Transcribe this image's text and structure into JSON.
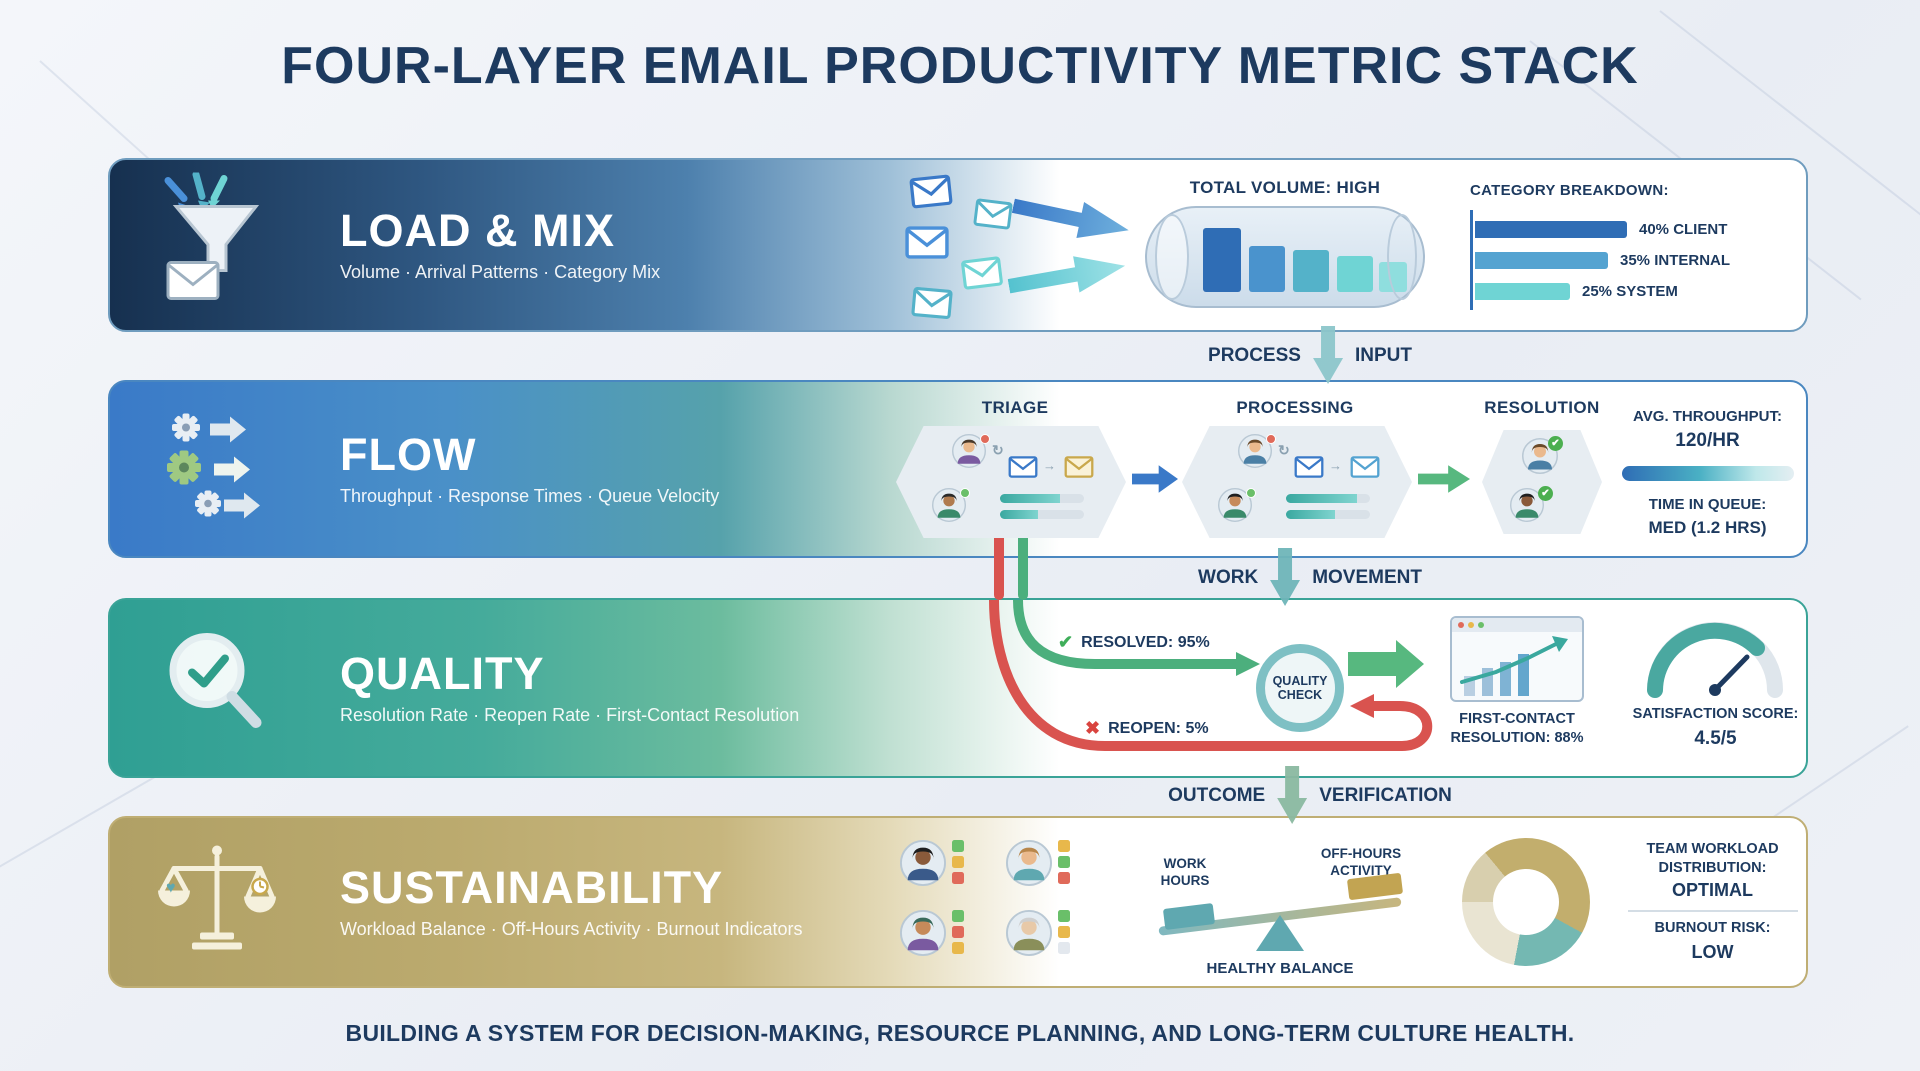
{
  "colors": {
    "navy": "#1d3a5f",
    "teal-arrow": "#8cc6ca",
    "green": "#4CAF7D",
    "red": "#d9534f",
    "status-green": "#6abf69",
    "status-yellow": "#e8b84b",
    "status-red": "#e06a5a",
    "bar-blue": "#2f6db5",
    "bar-midblue": "#54a3d1",
    "bar-cyan": "#6fd4d4",
    "gold": "#c2ae6d"
  },
  "icons": {
    "check": "✔",
    "cross": "✖",
    "cycle": "↻",
    "arrow_right": "→"
  },
  "header": {
    "title": "FOUR-LAYER EMAIL PRODUCTIVITY METRIC STACK"
  },
  "footer": {
    "text": "BUILDING A SYSTEM FOR DECISION-MAKING, RESOURCE PLANNING, AND LONG-TERM CULTURE HEALTH."
  },
  "connectors": [
    {
      "left": "PROCESS",
      "right": "INPUT"
    },
    {
      "left": "WORK",
      "right": "MOVEMENT"
    },
    {
      "left": "OUTCOME",
      "right": "VERIFICATION"
    }
  ],
  "load_mix": {
    "title": "LOAD & MIX",
    "subtitle": "Volume · Arrival Patterns · Category Mix",
    "total_volume": "TOTAL VOLUME: HIGH",
    "breakdown_title": "CATEGORY BREAKDOWN:",
    "breakdown": [
      {
        "label": "40% CLIENT",
        "pct": 40
      },
      {
        "label": "35% INTERNAL",
        "pct": 35
      },
      {
        "label": "25% SYSTEM",
        "pct": 25
      }
    ]
  },
  "flow": {
    "title": "FLOW",
    "subtitle": "Throughput · Response Times · Queue Velocity",
    "stages": [
      {
        "label": "TRIAGE"
      },
      {
        "label": "PROCESSING"
      },
      {
        "label": "RESOLUTION"
      }
    ],
    "throughput_label": "AVG. THROUGHPUT:",
    "throughput_value": "120/HR",
    "queue_label": "TIME IN QUEUE:",
    "queue_value": "MED (1.2 HRS)"
  },
  "quality": {
    "title": "QUALITY",
    "subtitle": "Resolution Rate · Reopen Rate · First-Contact Resolution",
    "resolved": "RESOLVED: 95%",
    "reopen": "REOPEN: 5%",
    "check_line1": "QUALITY",
    "check_line2": "CHECK",
    "fcr_line1": "FIRST-CONTACT",
    "fcr_line2": "RESOLUTION: 88%",
    "satisfaction_label": "SATISFACTION SCORE:",
    "satisfaction_value": "4.5/5"
  },
  "sustainability": {
    "title": "SUSTAINABILITY",
    "subtitle": "Workload Balance · Off-Hours Activity · Burnout Indicators",
    "seesaw": {
      "left": "WORK HOURS",
      "right": "OFF-HOURS ACTIVITY",
      "caption": "HEALTHY BALANCE"
    },
    "donut": [
      {
        "color": "#d8cfae",
        "pct": 14
      },
      {
        "color": "#c2ae6d",
        "pct": 44
      },
      {
        "color": "#74b8b2",
        "pct": 20
      },
      {
        "color": "#e9e4d2",
        "pct": 22
      }
    ],
    "workload_label": "TEAM WORKLOAD DISTRIBUTION:",
    "workload_value": "OPTIMAL",
    "burnout_label": "BURNOUT RISK:",
    "burnout_value": "LOW"
  }
}
